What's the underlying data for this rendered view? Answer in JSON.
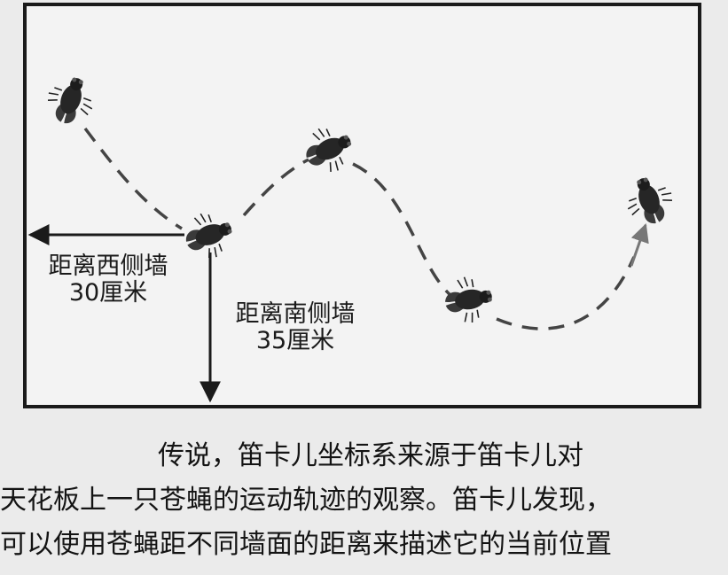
{
  "west_label": {
    "line1": "距离西侧墙",
    "line2": "30厘米"
  },
  "south_label": {
    "line1": "距离南侧墙",
    "line2": "35厘米"
  },
  "caption": {
    "line1": "传说，笛卡儿坐标系来源于笛卡儿对",
    "line2": "天花板上一只苍蝇的运动轨迹的观察。笛卡儿发现，",
    "line3": "可以使用苍蝇距不同墙面的距离来描述它的当前位置"
  },
  "colors": {
    "ink": "#1a1a1a",
    "box_fill": "#f3f3f3",
    "paper": "#ebebeb",
    "arrow_gray": "#6a6a6a"
  }
}
